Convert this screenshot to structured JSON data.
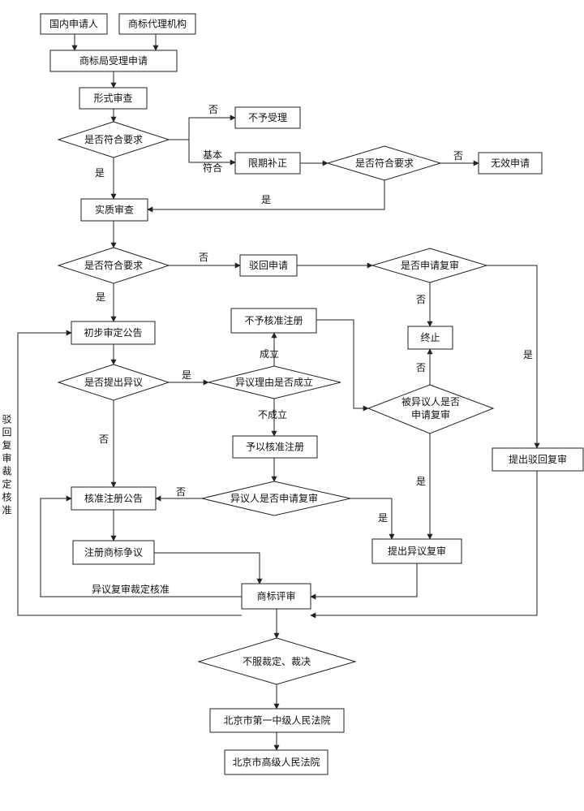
{
  "nodes": {
    "domestic_applicant": "国内申请人",
    "trademark_agency": "商标代理机构",
    "office_accepts": "商标局受理申请",
    "formal_exam": "形式审查",
    "meets_req_1": "是否符合要求",
    "not_accepted": "不予受理",
    "limited_correction": "限期补正",
    "meets_req_2": "是否符合要求",
    "invalid_application": "无效申请",
    "substantive_exam": "实质审查",
    "meets_req_3": "是否符合要求",
    "reject_application": "驳回申请",
    "request_review_q": "是否申请复审",
    "terminate": "终止",
    "preliminary_notice": "初步审定公告",
    "opposition_filed_q": "是否提出异议",
    "opposition_valid_q": "异议理由是否成立",
    "deny_registration": "不予核准注册",
    "respondent_review_q_1": "被异议人是否",
    "respondent_review_q_2": "申请复审",
    "grant_registration": "予以核准注册",
    "opponent_review_q": "异议人是否申请复审",
    "approval_notice": "核准注册公告",
    "opposition_review": "提出异议复审",
    "rejection_review": "提出驳回复审",
    "dispute": "注册商标争议",
    "trademark_board": "商标评审",
    "disagree_q": "不服裁定、裁决",
    "beijing_intermediate_court": "北京市第一中级人民法院",
    "beijing_high_court": "北京市高级人民法院"
  },
  "labels": {
    "no": "否",
    "yes": "是",
    "basic_1": "基本",
    "basic_2": "符合",
    "established": "成立",
    "not_established": "不成立",
    "review_upheld": "异议复审裁定核准",
    "side_vertical": "驳回复审裁定核准"
  }
}
